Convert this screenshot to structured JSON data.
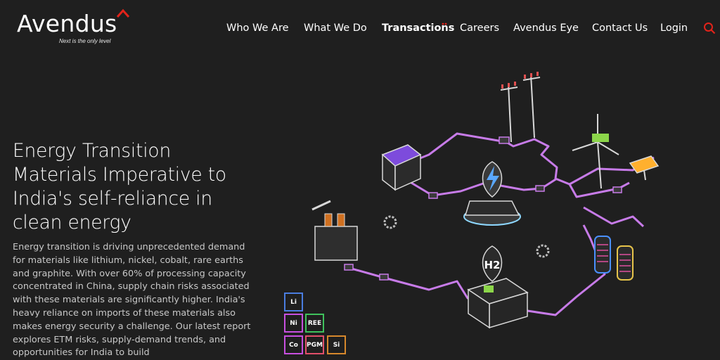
{
  "brand": {
    "name": "Avendus",
    "tagline": "Next is the only level",
    "accent_color": "#e2231a"
  },
  "nav": {
    "items": [
      {
        "label": "Who We Are"
      },
      {
        "label": "What We Do"
      },
      {
        "label": "Transactions"
      },
      {
        "label": "Careers"
      },
      {
        "label": "Avendus Eye"
      },
      {
        "label": "Contact Us"
      },
      {
        "label": "Login"
      }
    ],
    "search_icon": "search-icon"
  },
  "hero": {
    "title": "Energy Transition Materials Imperative to India's self-reliance in clean energy",
    "body": "Energy transition is driving unprecedented demand for materials like lithium, nickel, cobalt, rare earths and graphite. With over 60% of processing capacity concentrated in China, supply chain risks associated with these materials are significantly higher. India's heavy reliance on imports of these materials also makes energy security a challenge. Our latest report explores ETM risks, supply-demand trends, and opportunities for India to build"
  },
  "illustration": {
    "h2_label": "H2",
    "element_tiles": [
      {
        "symbol": "Li",
        "color": "#4a7de0"
      },
      {
        "symbol": "Ni",
        "color": "#c84fe0"
      },
      {
        "symbol": "REE",
        "color": "#3fc15c"
      },
      {
        "symbol": "Co",
        "color": "#c84fe0"
      },
      {
        "symbol": "PGM",
        "color": "#e04f6a"
      },
      {
        "symbol": "Si",
        "color": "#d6882c"
      }
    ]
  }
}
